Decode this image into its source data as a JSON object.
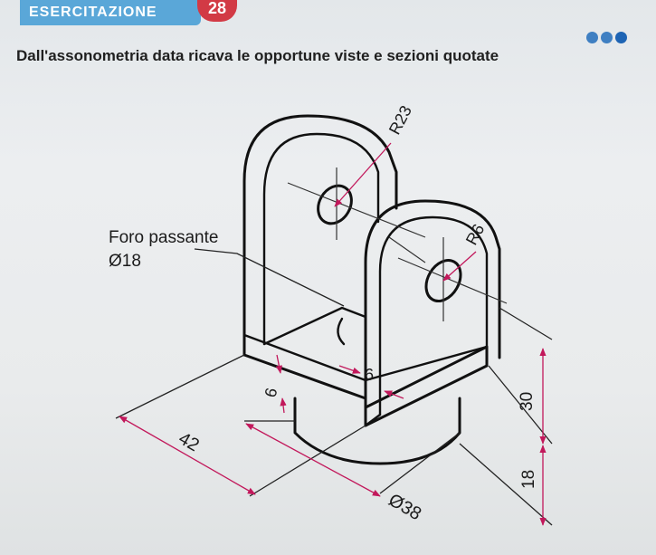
{
  "header": {
    "section_label": "ESERCITAZIONE",
    "exercise_number": "28"
  },
  "exercise": {
    "instruction": "Dall'assonometria data ricava le opportune viste e sezioni quotate"
  },
  "drawing": {
    "hole_label_line1": "Foro passante",
    "hole_label_line2": "Ø18",
    "dim_r23": "R23",
    "dim_r6": "R6",
    "dim_6_top": "6",
    "dim_6_left": "6",
    "dim_42": "42",
    "dim_30": "30",
    "dim_18": "18",
    "dim_d38": "Ø38"
  },
  "colors": {
    "tab": "#5aa7d8",
    "badge": "#d23a45",
    "dimension_arrow": "#c2185b",
    "dots": "#3f7fc2"
  }
}
